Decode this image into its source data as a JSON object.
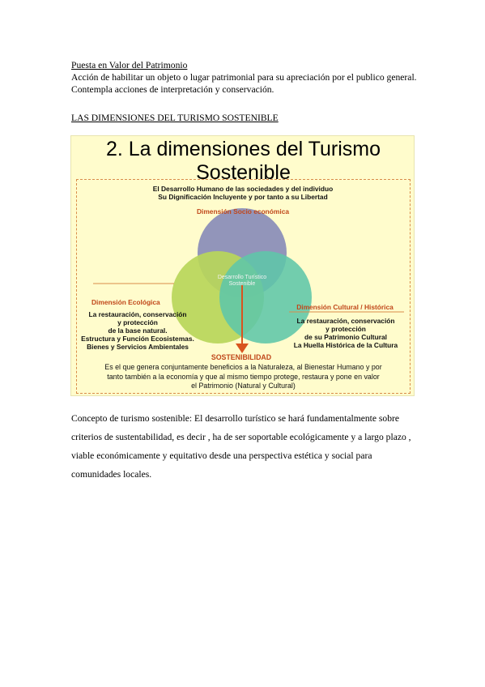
{
  "section1": {
    "heading": "Puesta en Valor del Patrimonio",
    "paragraph": "Acción de habilitar un objeto o lugar patrimonial para su apreciación por el publico general. Contempla acciones de interpretación y conservación."
  },
  "section2": {
    "heading": "LAS DIMENSIONES DEL TURISMO SOSTENIBLE"
  },
  "figure": {
    "title_line1": "2. La dimensiones del Turismo",
    "title_line2": "Sostenible",
    "top_line1": "El Desarrollo Humano de las sociedades y del individuo",
    "top_line2": "Su Dignificación Incluyente y por  tanto a su Libertad",
    "socio_label": "Dimensión Socio económica",
    "center_line1": "Desarrollo Turístico",
    "center_line2": "Sostenible",
    "eco_label": "Dimensión Ecológica",
    "eco_line1": "La restauración, conservación",
    "eco_line2": "y protección",
    "eco_line3": "de la base natural.",
    "eco_line4": "Estructura y Función Ecosistemas.",
    "eco_line5": "Bienes y Servicios Ambientales",
    "cult_label": "Dimensión Cultural / Histórica",
    "cult_line1": "La restauración, conservación",
    "cult_line2": "y protección",
    "cult_line3": "de su Patrimonio Cultural",
    "cult_line4": "La Huella Histórica de la Cultura",
    "sost_label": "SOSTENIBILIDAD",
    "bottom_line1": "Es el que genera conjuntamente beneficios a la Naturaleza, al Bienestar Humano y por",
    "bottom_line2": "tanto también a la economía y que al mismo tiempo protege, restaura y pone en valor",
    "bottom_line3": "el Patrimonio (Natural y Cultural)",
    "colors": {
      "background": "#fffccc",
      "socio_circle": "#8c8fb8",
      "eco_circle": "#b9d65a",
      "cult_circle": "#5fc6a9",
      "label_orange": "#c0471a"
    }
  },
  "concept": {
    "paragraph": "Concepto de turismo sostenible: El desarrollo turístico se hará fundamentalmente sobre criterios de sustentabilidad, es decir , ha de ser soportable ecológicamente y a largo plazo , viable económicamente y equitativo desde una perspectiva estética y social para comunidades locales."
  }
}
